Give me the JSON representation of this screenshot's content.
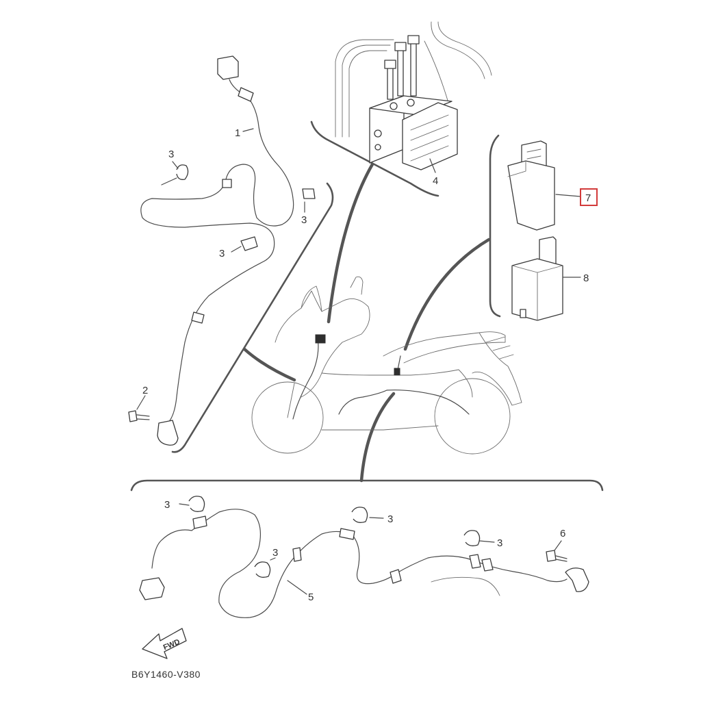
{
  "callouts": {
    "c1": "1",
    "c2": "2",
    "c3": "3",
    "c4": "4",
    "c5": "5",
    "c6": "6",
    "c7": "7",
    "c8": "8"
  },
  "fwd_label": "FWD",
  "diagram_code": "B6Y1460-V380",
  "colors": {
    "highlight": "#d23a3a",
    "line": "#4a4a4a"
  }
}
